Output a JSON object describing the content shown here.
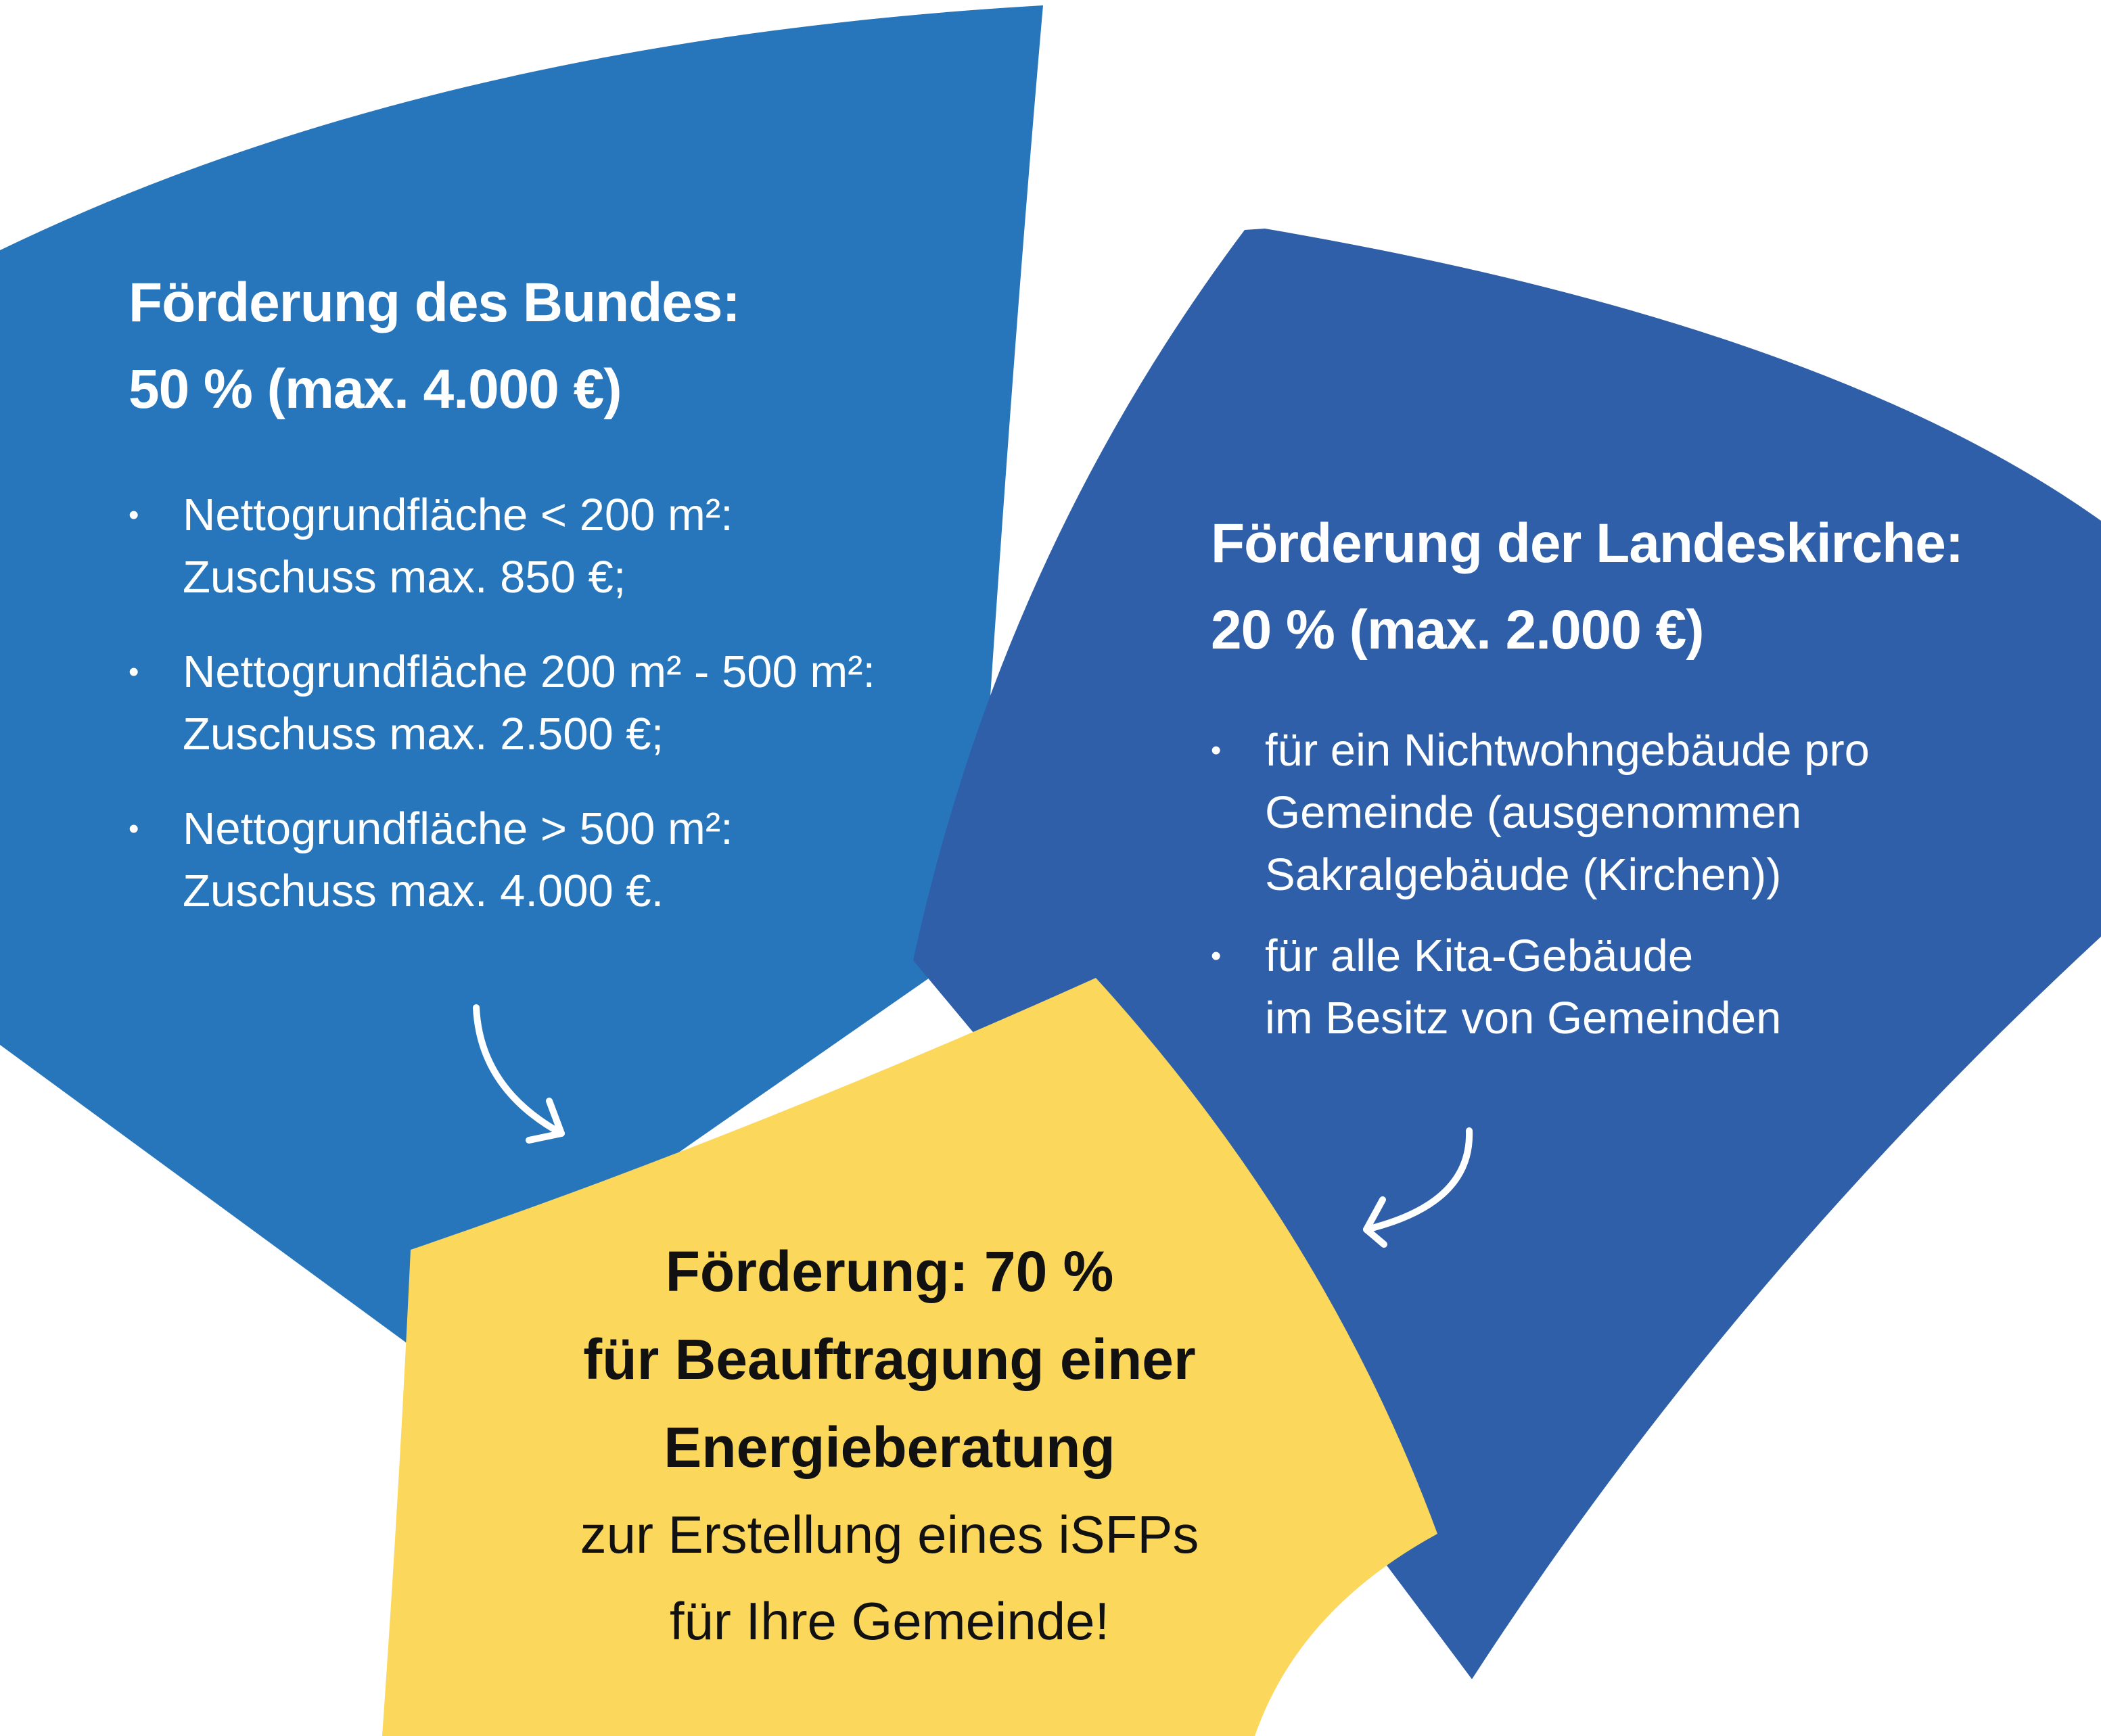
{
  "colors": {
    "bund_panel": "#2776BB",
    "kirche_panel": "#2E5FA8",
    "summary_panel": "#FBD75B",
    "panel_text": "#FFFFFF",
    "summary_text": "#111111"
  },
  "bund": {
    "heading_line1": "Förderung des Bundes:",
    "heading_line2": "50 % (max. 4.000 €)",
    "items": [
      {
        "line1": "Nettogrundfläche < 200 m²:",
        "line2": "Zuschuss max. 850 €;"
      },
      {
        "line1": "Nettogrundfläche 200 m² - 500 m²:",
        "line2": "Zuschuss max. 2.500 €;"
      },
      {
        "line1": "Nettogrundfläche > 500 m²:",
        "line2": "Zuschuss max. 4.000 €."
      }
    ]
  },
  "kirche": {
    "heading_line1": "Förderung der Landeskirche:",
    "heading_line2": "20 % (max. 2.000 €)",
    "items": [
      {
        "lines": [
          "für ein Nichtwohngebäude pro",
          "Gemeinde (ausgenommen",
          "Sakralgebäude (Kirchen))"
        ]
      },
      {
        "lines": [
          "für alle Kita-Gebäude",
          "im Besitz von Gemeinden"
        ]
      }
    ]
  },
  "summary": {
    "line1": "Förderung: 70 %",
    "line2": "für Beauftragung einer",
    "line3": "Energieberatung",
    "line4": "zur Erstellung eines iSFPs",
    "line5": "für Ihre Gemeinde!"
  },
  "bullet_glyph": "•",
  "icons": [
    "arrow-curve-down-right-icon",
    "arrow-curve-down-left-icon"
  ]
}
